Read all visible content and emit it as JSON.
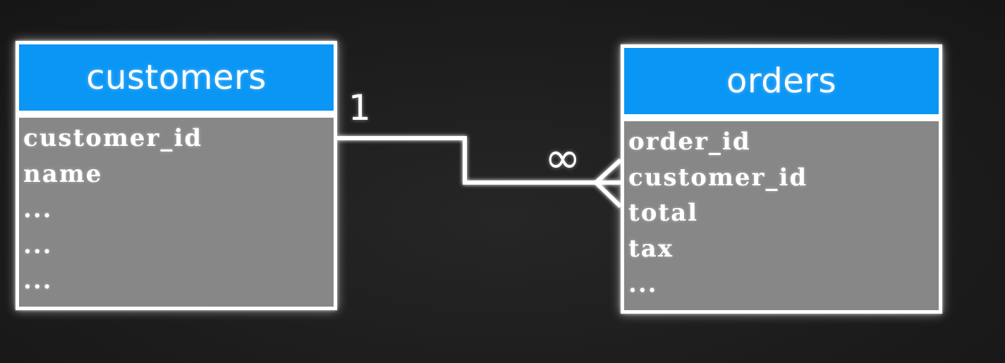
{
  "entities": {
    "customers": {
      "title": "customers",
      "fields": [
        "customer_id",
        "name",
        "...",
        "...",
        "..."
      ]
    },
    "orders": {
      "title": "orders",
      "fields": [
        "order_id",
        "customer_id",
        "total",
        "tax",
        "..."
      ]
    }
  },
  "relationship": {
    "one_label": "1",
    "many_label": "∞"
  },
  "colors": {
    "header": "#0a96f5",
    "body": "#878787",
    "border": "#ffffff",
    "background": "#1c1c1c"
  }
}
